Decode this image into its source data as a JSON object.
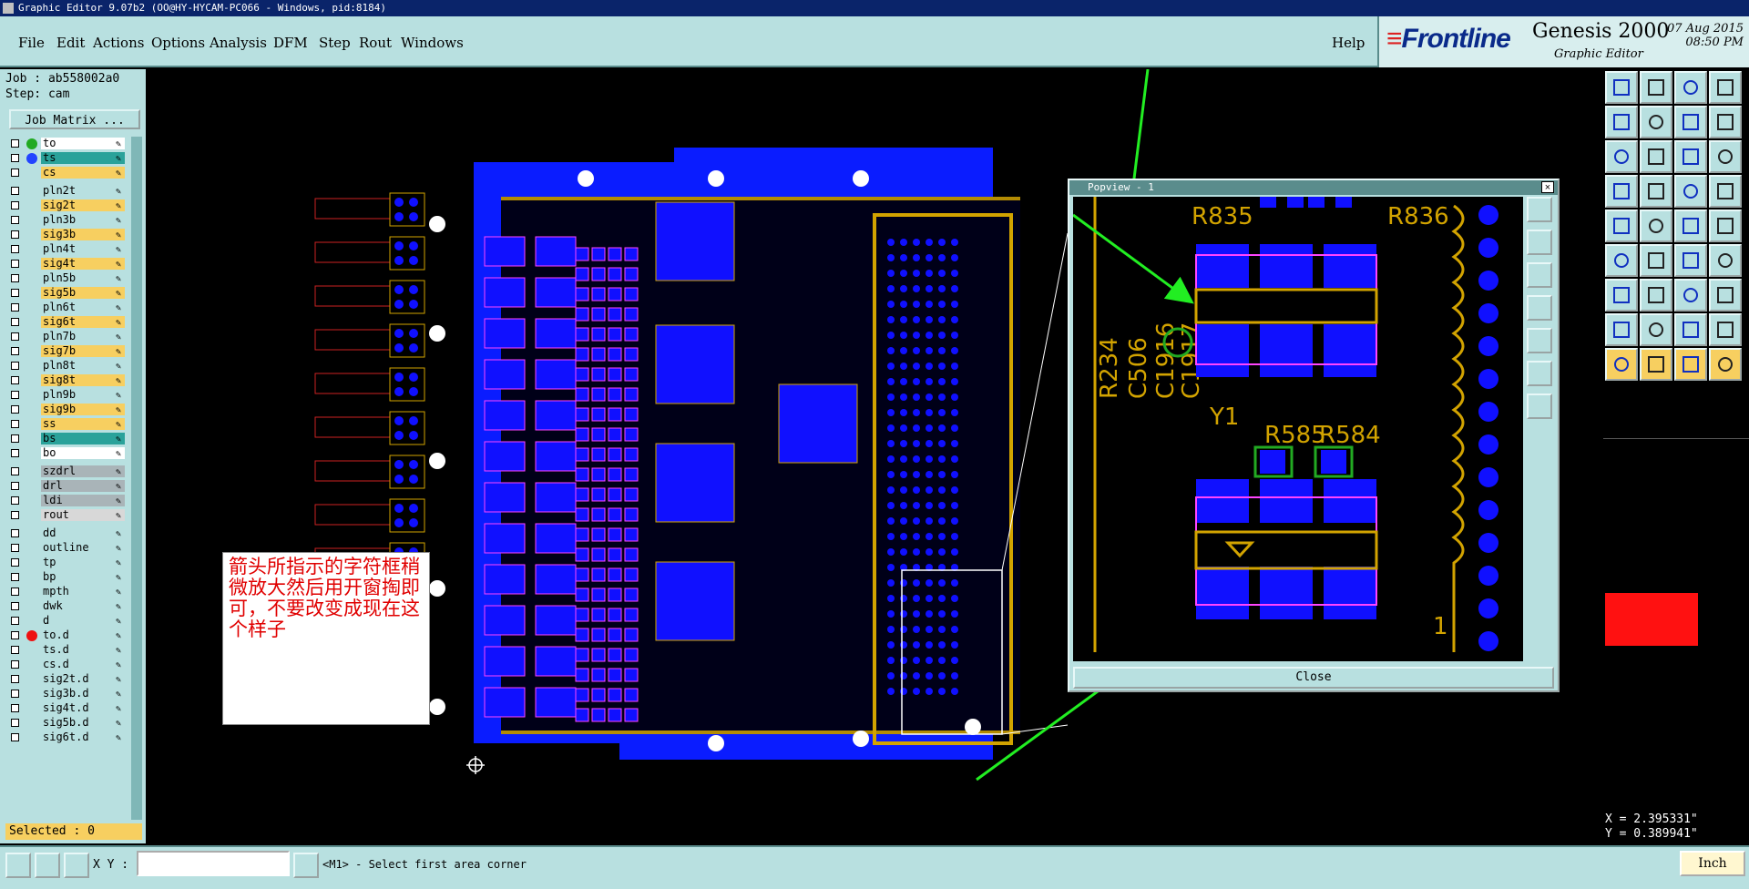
{
  "window": {
    "title": "Graphic Editor 9.07b2 (OO@HY-HYCAM-PC066 - Windows, pid:8184)"
  },
  "menu": [
    "File",
    "Edit",
    "Actions",
    "Options",
    "Analysis",
    "DFM",
    "Step",
    "Rout",
    "Windows"
  ],
  "help_label": "Help",
  "brand": {
    "logo": "Frontline",
    "product": "Genesis 2000",
    "subtitle": "Graphic Editor",
    "date": "07 Aug 2015",
    "time": "08:50 PM"
  },
  "job": {
    "job_line": "Job : ab558002a0",
    "step_line": "Step: cam",
    "matrix_button": "Job Matrix ..."
  },
  "layers": [
    {
      "name": "to",
      "color": "#ffffff",
      "dot": "#22aa22"
    },
    {
      "name": "ts",
      "color": "#2aa29a",
      "dot": "#2244ff"
    },
    {
      "name": "cs",
      "color": "#f7cf60",
      "dot": ""
    },
    {
      "name": "pln2t",
      "color": "#b8e0e0",
      "dot": ""
    },
    {
      "name": "sig2t",
      "color": "#f7cf60",
      "dot": ""
    },
    {
      "name": "pln3b",
      "color": "#b8e0e0",
      "dot": ""
    },
    {
      "name": "sig3b",
      "color": "#f7cf60",
      "dot": ""
    },
    {
      "name": "pln4t",
      "color": "#b8e0e0",
      "dot": ""
    },
    {
      "name": "sig4t",
      "color": "#f7cf60",
      "dot": ""
    },
    {
      "name": "pln5b",
      "color": "#b8e0e0",
      "dot": ""
    },
    {
      "name": "sig5b",
      "color": "#f7cf60",
      "dot": ""
    },
    {
      "name": "pln6t",
      "color": "#b8e0e0",
      "dot": ""
    },
    {
      "name": "sig6t",
      "color": "#f7cf60",
      "dot": ""
    },
    {
      "name": "pln7b",
      "color": "#b8e0e0",
      "dot": ""
    },
    {
      "name": "sig7b",
      "color": "#f7cf60",
      "dot": ""
    },
    {
      "name": "pln8t",
      "color": "#b8e0e0",
      "dot": ""
    },
    {
      "name": "sig8t",
      "color": "#f7cf60",
      "dot": ""
    },
    {
      "name": "pln9b",
      "color": "#b8e0e0",
      "dot": ""
    },
    {
      "name": "sig9b",
      "color": "#f7cf60",
      "dot": ""
    },
    {
      "name": "ss",
      "color": "#f7cf60",
      "dot": ""
    },
    {
      "name": "bs",
      "color": "#2aa29a",
      "dot": ""
    },
    {
      "name": "bo",
      "color": "#ffffff",
      "dot": ""
    },
    {
      "name": "szdrl",
      "color": "#a9b4b8",
      "dot": ""
    },
    {
      "name": "drl",
      "color": "#a9b4b8",
      "dot": ""
    },
    {
      "name": "ldi",
      "color": "#a9b4b8",
      "dot": ""
    },
    {
      "name": "rout",
      "color": "#d8d8d8",
      "dot": ""
    },
    {
      "name": "dd",
      "color": "#b8e0e0",
      "dot": ""
    },
    {
      "name": "outline",
      "color": "#b8e0e0",
      "dot": ""
    },
    {
      "name": "tp",
      "color": "#b8e0e0",
      "dot": ""
    },
    {
      "name": "bp",
      "color": "#b8e0e0",
      "dot": ""
    },
    {
      "name": "mpth",
      "color": "#b8e0e0",
      "dot": ""
    },
    {
      "name": "dwk",
      "color": "#b8e0e0",
      "dot": ""
    },
    {
      "name": "d",
      "color": "#b8e0e0",
      "dot": ""
    },
    {
      "name": "to.d",
      "color": "#b8e0e0",
      "dot": "#ee1111"
    },
    {
      "name": "ts.d",
      "color": "#b8e0e0",
      "dot": ""
    },
    {
      "name": "cs.d",
      "color": "#b8e0e0",
      "dot": ""
    },
    {
      "name": "sig2t.d",
      "color": "#b8e0e0",
      "dot": ""
    },
    {
      "name": "sig3b.d",
      "color": "#b8e0e0",
      "dot": ""
    },
    {
      "name": "sig4t.d",
      "color": "#b8e0e0",
      "dot": ""
    },
    {
      "name": "sig5b.d",
      "color": "#b8e0e0",
      "dot": ""
    },
    {
      "name": "sig6t.d",
      "color": "#b8e0e0",
      "dot": ""
    }
  ],
  "selected": "Selected : 0",
  "status": {
    "xy_label": "X Y :",
    "xy_value": "",
    "message": "<M1> - Select first area corner",
    "unit": "Inch"
  },
  "coords": {
    "x": "X = 2.395331\"",
    "y": "Y = 0.389941\""
  },
  "popview": {
    "title": "Popview - 1",
    "close": "Close",
    "labels": [
      "R835",
      "R836",
      "R234",
      "C506",
      "C1916",
      "C1917",
      "Y1",
      "R585",
      "R584",
      "1"
    ]
  },
  "note": "箭头所指示的字符框稍微放大然后用开窗掏即可，不要改变成现在这个样子",
  "colors": {
    "board": "#0a1cff",
    "copper": "#d2a300",
    "pad": "#1010ff",
    "outline": "#ff44ff",
    "arrow": "#22ee22"
  }
}
